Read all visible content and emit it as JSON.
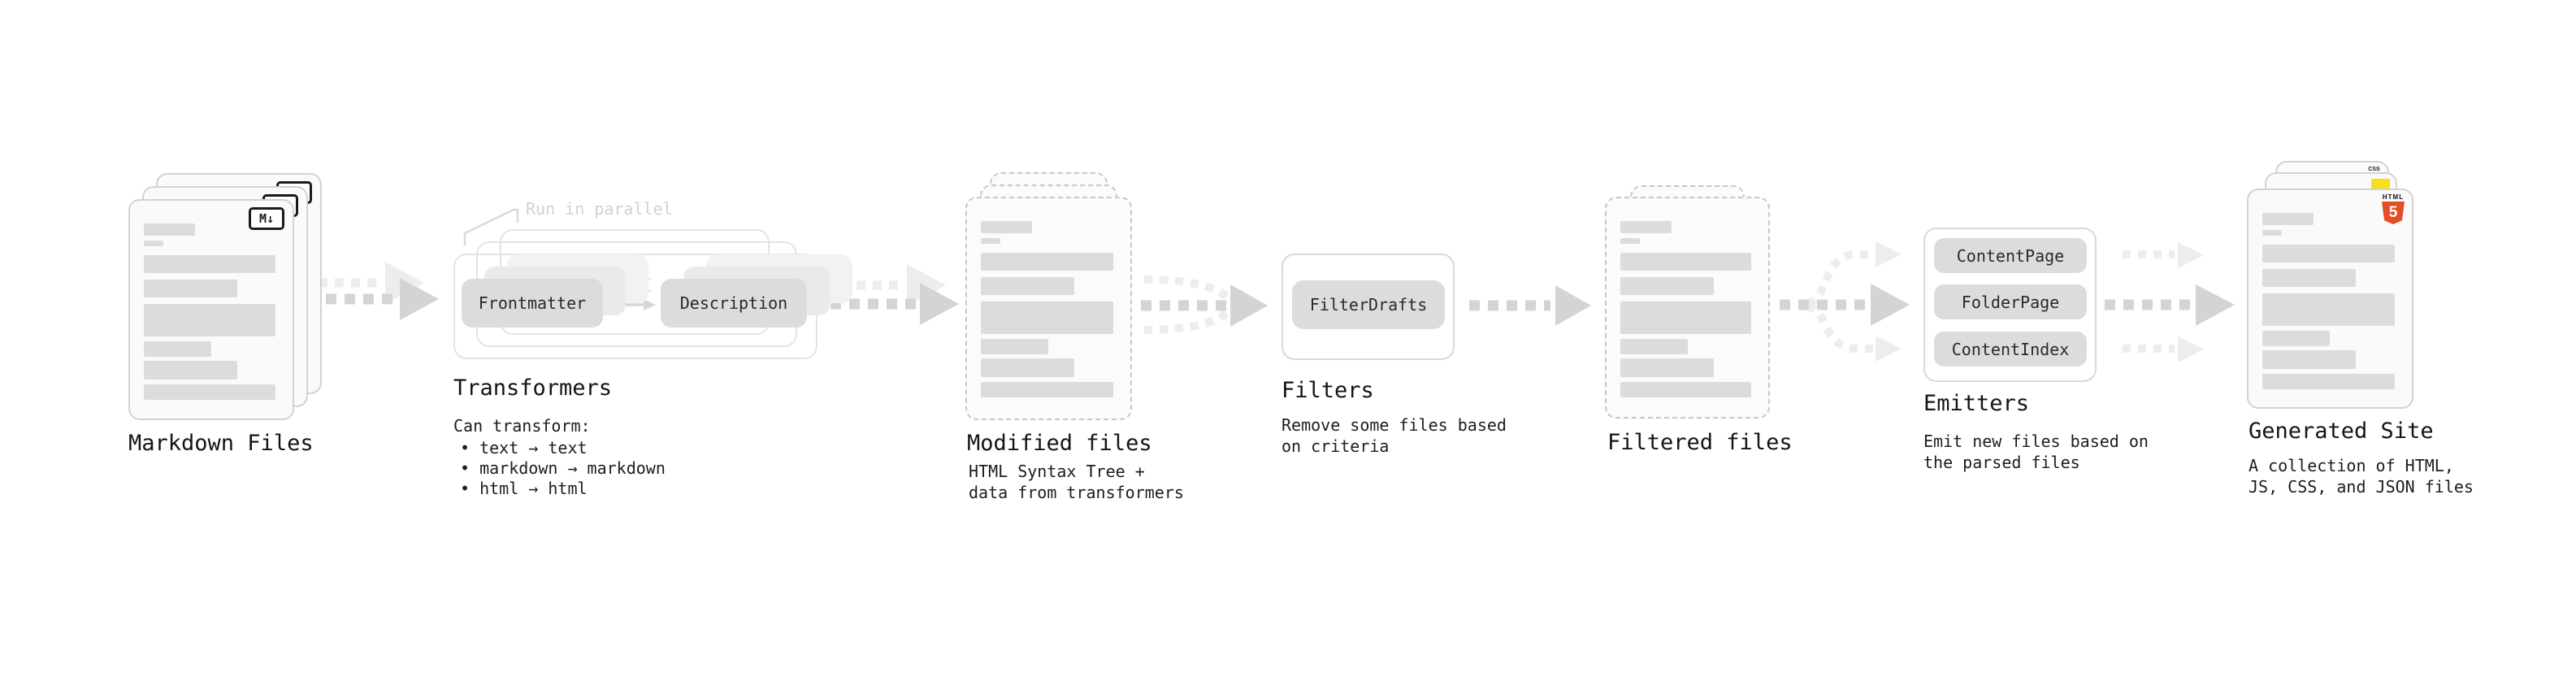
{
  "diagram": {
    "markdown_files": {
      "label": "Markdown Files",
      "badge": "M↓"
    },
    "transformers": {
      "label": "Transformers",
      "callout": "Run in parallel",
      "pills": [
        "Frontmatter",
        "Description"
      ],
      "desc_title": "Can transform:",
      "desc_items": [
        "• text → text",
        "• markdown → markdown",
        "• html → html"
      ]
    },
    "modified_files": {
      "label": "Modified files",
      "desc_lines": [
        "HTML Syntax Tree +",
        "data from transformers"
      ]
    },
    "filters": {
      "label": "Filters",
      "pills": [
        "FilterDrafts"
      ],
      "desc_lines": [
        "Remove some files based",
        "on criteria"
      ]
    },
    "filtered_files": {
      "label": "Filtered files"
    },
    "emitters": {
      "label": "Emitters",
      "pills": [
        "ContentPage",
        "FolderPage",
        "ContentIndex"
      ],
      "desc_lines": [
        "Emit new files based on",
        "the parsed files"
      ]
    },
    "generated_site": {
      "label": "Generated Site",
      "badges": {
        "css": "CSS",
        "html": "HTML",
        "html_number": "5"
      },
      "desc_lines": [
        "A collection of HTML,",
        "JS, CSS, and JSON files"
      ]
    },
    "colors": {
      "markdown_badge": "#1a1a1a",
      "html5_shield": "#e44d26",
      "js_badge": "#f7df1e",
      "css_bar": "#2965f1",
      "placeholder_bar": "#dcdcdc",
      "arrow": "#d4d4d4",
      "arrow_light": "#ededed"
    }
  }
}
